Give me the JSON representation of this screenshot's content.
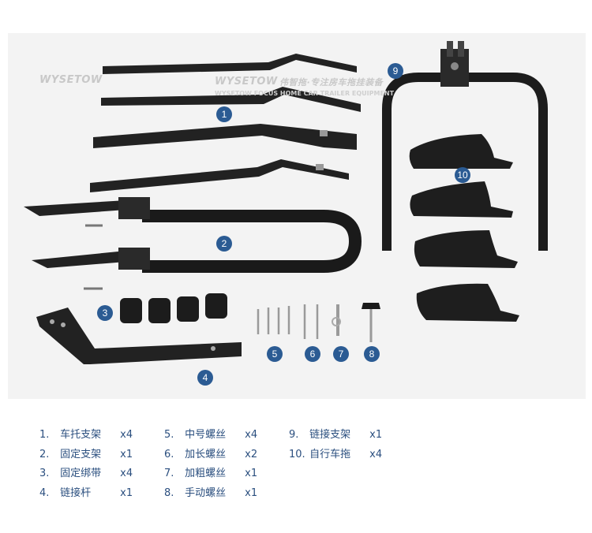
{
  "watermark": {
    "brand": "WYSETOW",
    "slogan": "伟智拖·专注房车拖挂装备",
    "subtitle": "WYSETOW FOCUS HOME CAR TRAILER EQUIPMENT"
  },
  "markers": [
    "1",
    "2",
    "3",
    "4",
    "5",
    "6",
    "7",
    "8",
    "9",
    "10"
  ],
  "legend": {
    "columns": [
      [
        {
          "num": "1.",
          "name": "车托支架",
          "qty": "x4"
        },
        {
          "num": "2.",
          "name": "固定支架",
          "qty": "x1"
        },
        {
          "num": "3.",
          "name": "固定绑带",
          "qty": "x4"
        },
        {
          "num": "4.",
          "name": "链接杆",
          "qty": "x1"
        }
      ],
      [
        {
          "num": "5.",
          "name": "中号螺丝",
          "qty": "x4"
        },
        {
          "num": "6.",
          "name": "加长螺丝",
          "qty": "x2"
        },
        {
          "num": "7.",
          "name": "加粗螺丝",
          "qty": "x1"
        },
        {
          "num": "8.",
          "name": "手动螺丝",
          "qty": "x1"
        }
      ],
      [
        {
          "num": "9.",
          "name": "链接支架",
          "qty": "x1"
        },
        {
          "num": "10.",
          "name": "自行车拖",
          "qty": "x4"
        }
      ]
    ]
  }
}
